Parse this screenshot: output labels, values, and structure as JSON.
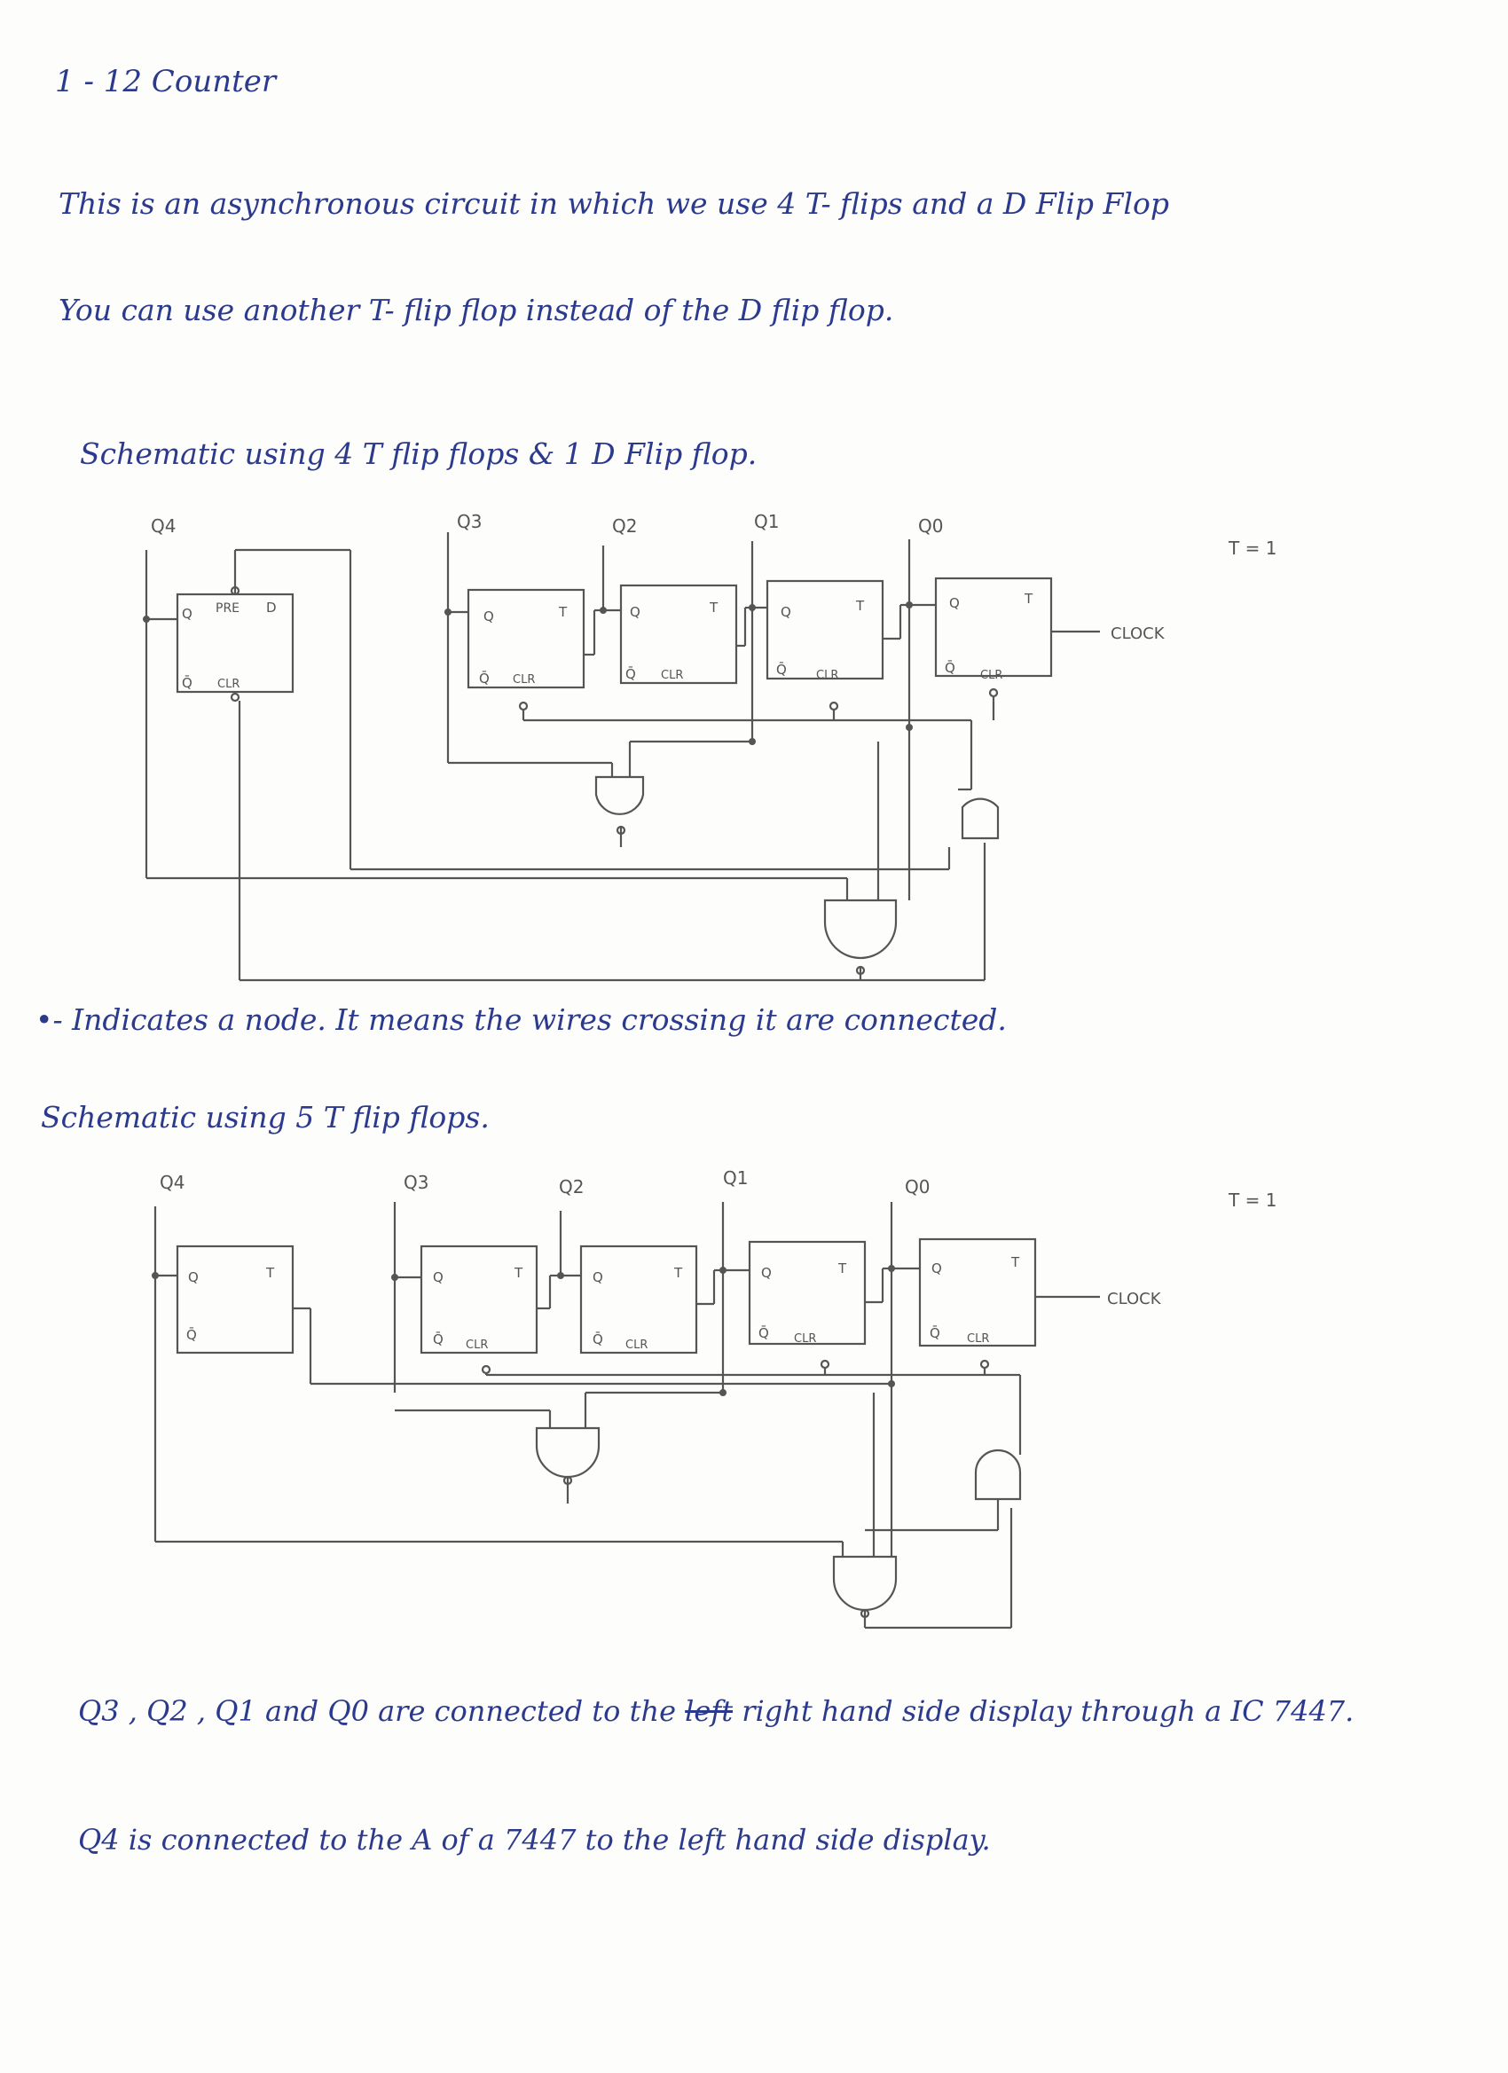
{
  "title": "1 - 12 Counter",
  "intro": {
    "line1": "This is an asynchronous circuit in which we use 4 T- flips and a D Flip Flop",
    "line2": "You can use another T- flip flop instead of the D flip flop."
  },
  "schematic1": {
    "heading": "Schematic using 4 T flip flops & 1 D Flip flop.",
    "labels": {
      "q4": "Q4",
      "q3": "Q3",
      "q2": "Q2",
      "q1": "Q1",
      "q0": "Q0",
      "t_equals": "T = 1",
      "clock": "CLOCK",
      "q": "Q",
      "qbar": "Q̄",
      "t": "T",
      "clr": "CLR",
      "pre": "PRE",
      "d": "D"
    }
  },
  "node_note": "•- Indicates a node. It means the wires crossing it are connected.",
  "schematic2": {
    "heading": "Schematic using 5 T flip flops.",
    "labels": {
      "q4": "Q4",
      "q3": "Q3",
      "q2": "Q2",
      "q1": "Q1",
      "q0": "Q0",
      "t_equals": "T = 1",
      "clock": "CLOCK",
      "q": "Q",
      "qbar": "Q̄",
      "t": "T",
      "clr": "CLR"
    }
  },
  "footer": {
    "line1_a": "Q3 , Q2 , Q1 and Q0 are connected to the",
    "line1_struck": "left",
    "line1_b": "right hand side display through a IC 7447.",
    "line2": "Q4 is connected to the A of a 7447 to the left hand side display."
  },
  "colors": {
    "ink": "#2b3a8c",
    "pencil": "#555555",
    "paper": "#fdfdfb"
  }
}
